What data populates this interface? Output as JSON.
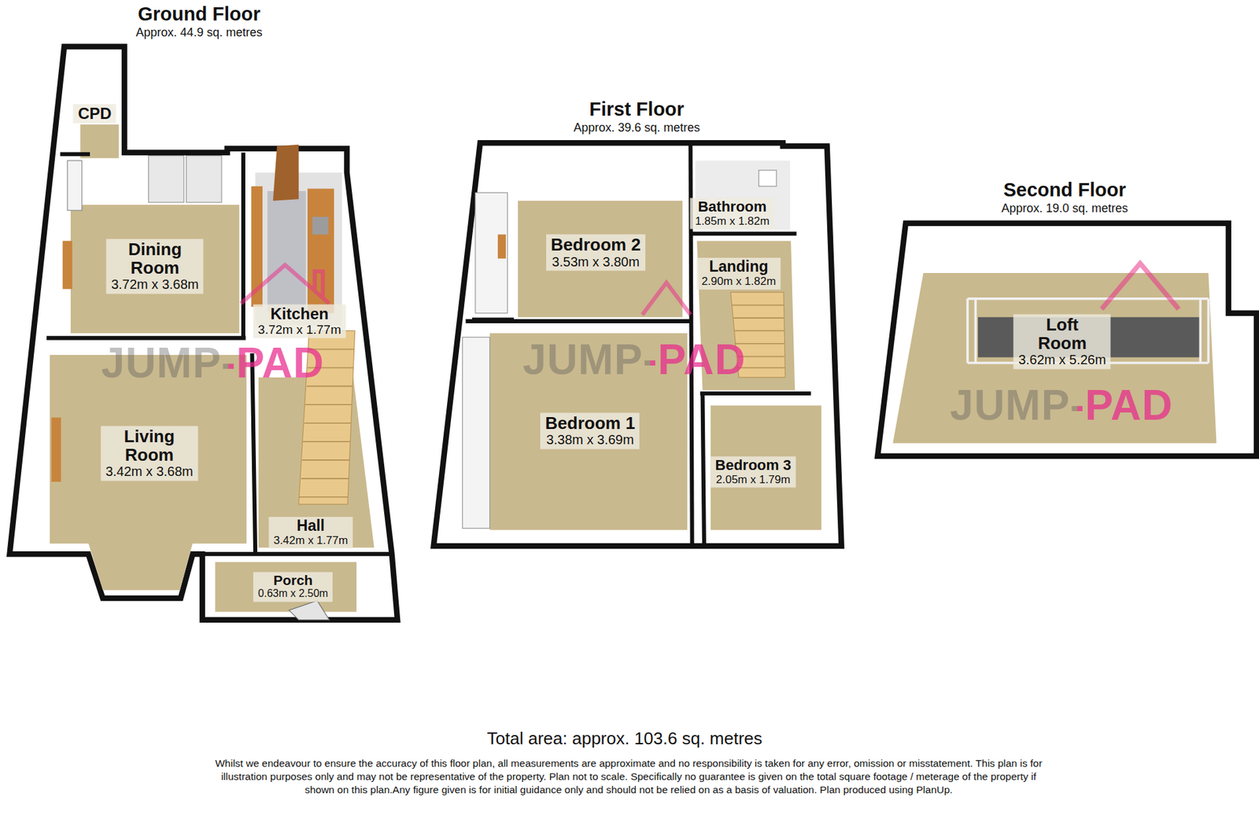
{
  "diagram": {
    "caption": "Total area: approx. 103.6 sq. metres",
    "nodes": [
      {
        "text": [
          "Ground Floor",
          "Approx. 44.9 sq. metres"
        ]
      },
      {
        "text": [
          "CPD"
        ],
        "in": 0
      },
      {
        "text": [
          "Dining Room",
          "3.72m x 3.68m"
        ],
        "in": 0
      },
      {
        "text": [
          "Kitchen",
          "3.72m x 1.77m"
        ],
        "in": 0
      },
      {
        "text": [
          "Living Room",
          "3.42m x 3.68m"
        ],
        "in": 0
      },
      {
        "text": [
          "Hall",
          "3.42m x 1.77m"
        ],
        "in": 0
      },
      {
        "text": [
          "Porch",
          "0.63m x 2.50m"
        ],
        "in": 0
      },
      {
        "text": [
          "First Floor",
          "Approx. 39.6 sq. metres"
        ]
      },
      {
        "text": [
          "Bedroom 2",
          "3.53m x 3.80m"
        ],
        "in": 7
      },
      {
        "text": [
          "Bathroom",
          "1.85m x 1.82m"
        ],
        "in": 7
      },
      {
        "text": [
          "Landing",
          "2.90m x 1.82m"
        ],
        "in": 7
      },
      {
        "text": [
          "Bedroom 1",
          "3.38m x 3.69m"
        ],
        "in": 7
      },
      {
        "text": [
          "Bedroom 3",
          "2.05m x 1.79m"
        ],
        "in": 7
      },
      {
        "text": [
          "Second Floor",
          "Approx. 19.0 sq. metres"
        ]
      },
      {
        "text": [
          "Loft Room",
          "3.62m x 5.26m"
        ],
        "in": 13
      }
    ],
    "labels": [
      "JUMP-PAD",
      "JUMP-PAD",
      "JUMP-PAD",
      "Whilst we endeavour to ensure the accuracy of this floor plan, all measurements are approximate and no responsibility is taken for any error, omission or misstatement. This plan is for illustration purposes only and may not be representative of the property. Plan not to scale. Specifically no guarantee is given on the total square footage / meterage of the property if shown on this plan.Any figure given is for initial guidance only and should not be relied on as a basis of valuation. Plan produced using PlanUp."
    ]
  }
}
